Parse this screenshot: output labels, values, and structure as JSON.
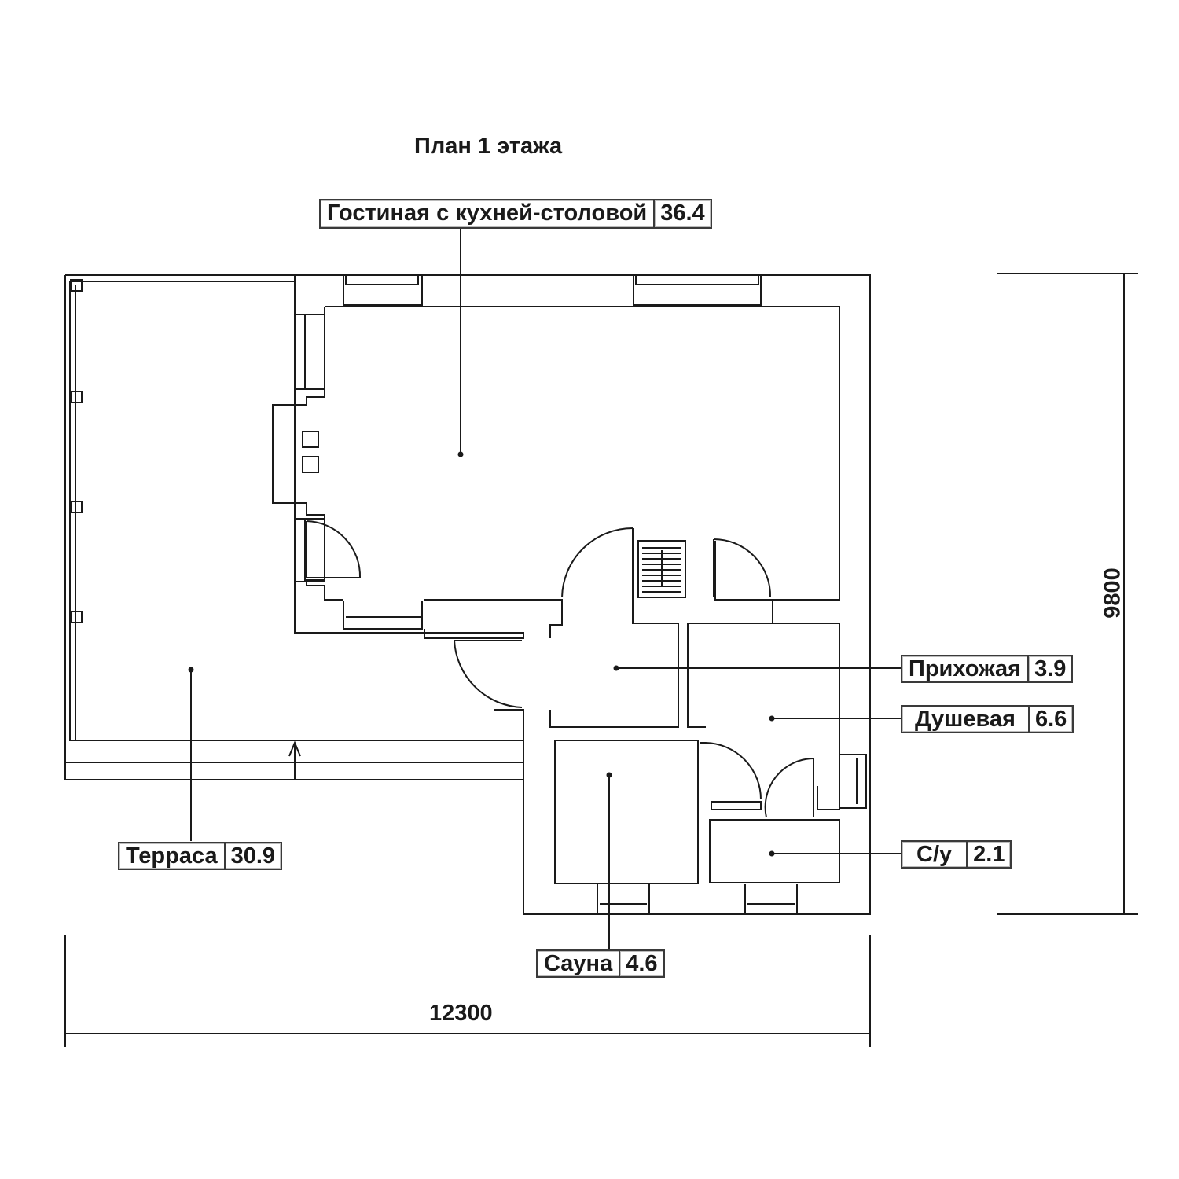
{
  "title": "План 1 этажа",
  "rooms": [
    {
      "key": "living",
      "name": "Гостиная с кухней-столовой",
      "area": "36.4"
    },
    {
      "key": "hall",
      "name": "Прихожая",
      "area": "3.9"
    },
    {
      "key": "shower",
      "name": "Душевая",
      "area": "6.6"
    },
    {
      "key": "wc",
      "name": "С/у",
      "area": "2.1"
    },
    {
      "key": "terrace",
      "name": "Терраса",
      "area": "30.9"
    },
    {
      "key": "sauna",
      "name": "Сауна",
      "area": "4.6"
    }
  ],
  "dimensions": {
    "width": "12300",
    "depth": "9800"
  }
}
